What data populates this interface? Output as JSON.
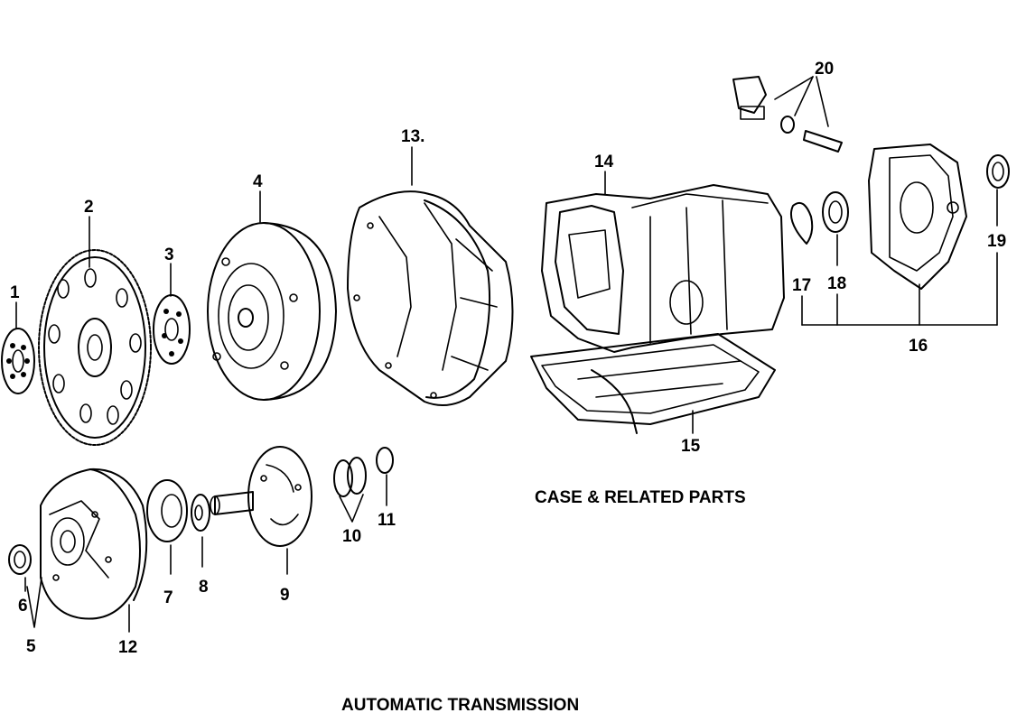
{
  "diagram": {
    "captions": {
      "section": "CASE & RELATED PARTS",
      "title": "AUTOMATIC TRANSMISSION"
    },
    "callouts": [
      "1",
      "2",
      "3",
      "4",
      "5",
      "6",
      "7",
      "8",
      "9",
      "10",
      "11",
      "12",
      "13.",
      "14",
      "15",
      "16",
      "17",
      "18",
      "19",
      "20"
    ],
    "colors": {
      "ink": "#000000",
      "paper": "#ffffff"
    }
  }
}
